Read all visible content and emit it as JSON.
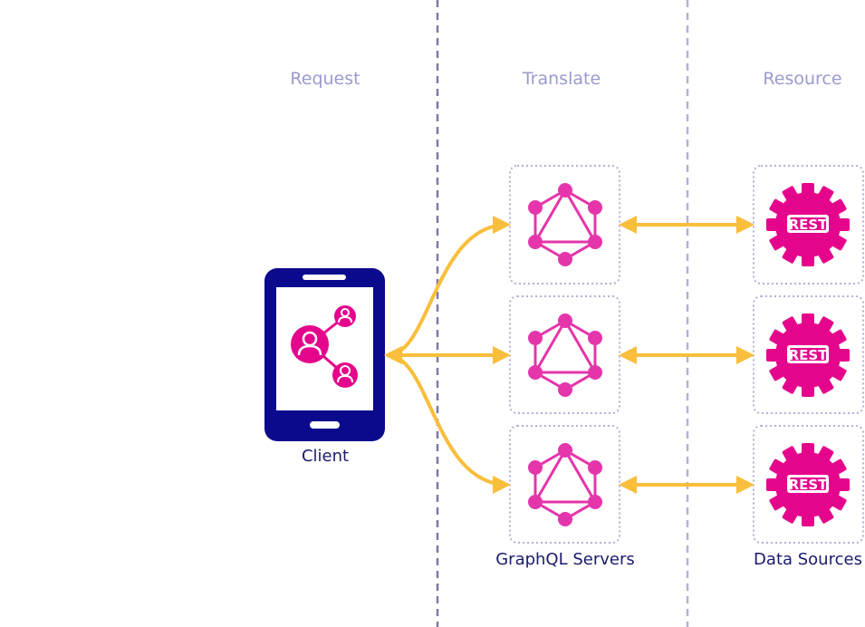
{
  "columns": {
    "request": "Request",
    "translate": "Translate",
    "resource": "Resource"
  },
  "labels": {
    "client": "Client",
    "servers": "GraphQL Servers",
    "sources": "Data Sources",
    "rest_badge": "REST"
  },
  "colors": {
    "heading": "#9a9ad0",
    "caption": "#1a1a6e",
    "phone": "#0b0a8c",
    "accent": "#e5058c",
    "graphql": "#e535ab",
    "arrow": "#f9be3b",
    "divider": "#7e79a6",
    "box_border": "#b5b0d6"
  }
}
